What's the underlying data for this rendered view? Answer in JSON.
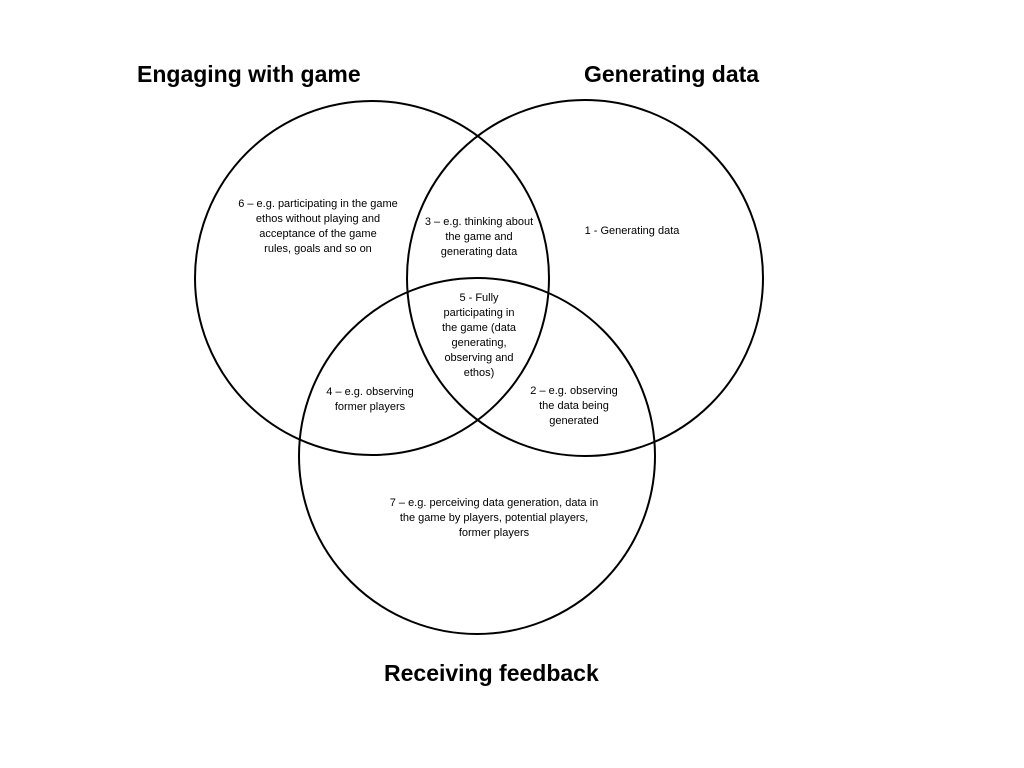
{
  "diagram": {
    "type": "venn",
    "circles": [
      {
        "id": "engaging",
        "title": "Engaging with game"
      },
      {
        "id": "generating",
        "title": "Generating data"
      },
      {
        "id": "receiving",
        "title": "Receiving feedback"
      }
    ],
    "regions": {
      "r1": "1 - Generating data",
      "r2": "2 – e.g. observing\nthe data  being\ngenerated",
      "r3": "3 – e.g. thinking about\nthe game and\ngenerating data",
      "r4": "4 – e.g. observing\nformer players",
      "r5": "5 - Fully\nparticipating in\nthe game (data\ngenerating,\nobserving and\nethos)",
      "r6": "6 – e.g. participating in the game\nethos without playing and\nacceptance of the game\nrules, goals and so on",
      "r7": "7 – e.g. perceiving data generation, data in\nthe game by players, potential players,\nformer players"
    },
    "stroke_color": "#000000",
    "background_color": "#ffffff"
  }
}
